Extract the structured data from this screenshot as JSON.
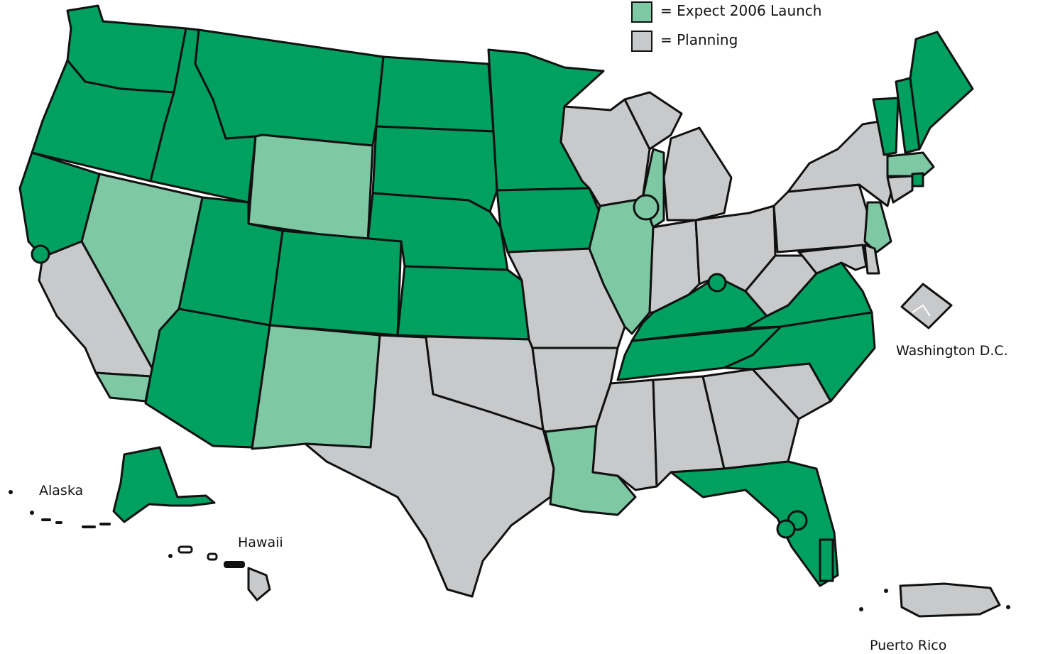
{
  "colors": {
    "launched": "#00a060",
    "expect_2006": "#7ec8a4",
    "planning": "#c8c9cb",
    "outline": "#111111"
  },
  "legend": {
    "items": [
      {
        "status": "expect_2006",
        "label": "= Expect 2006 Launch"
      },
      {
        "status": "planning",
        "label": "= Planning"
      }
    ]
  },
  "labels": {
    "alaska": "Alaska",
    "hawaii": "Hawaii",
    "washington_dc": "Washington D.C.",
    "puerto_rico": "Puerto Rico"
  },
  "regions": [
    {
      "id": "washington",
      "status": "launched"
    },
    {
      "id": "oregon",
      "status": "launched"
    },
    {
      "id": "idaho",
      "status": "launched"
    },
    {
      "id": "montana",
      "status": "launched"
    },
    {
      "id": "north-dakota",
      "status": "launched"
    },
    {
      "id": "south-dakota",
      "status": "launched"
    },
    {
      "id": "minnesota",
      "status": "launched"
    },
    {
      "id": "nebraska",
      "status": "launched"
    },
    {
      "id": "iowa",
      "status": "launched"
    },
    {
      "id": "kansas",
      "status": "launched"
    },
    {
      "id": "colorado",
      "status": "launched"
    },
    {
      "id": "utah",
      "status": "launched"
    },
    {
      "id": "arizona",
      "status": "launched"
    },
    {
      "id": "northern-california",
      "status": "launched"
    },
    {
      "id": "kentucky",
      "status": "launched"
    },
    {
      "id": "tennessee",
      "status": "launched"
    },
    {
      "id": "virginia",
      "status": "launched"
    },
    {
      "id": "north-carolina",
      "status": "launched"
    },
    {
      "id": "florida",
      "status": "launched"
    },
    {
      "id": "maine",
      "status": "launched"
    },
    {
      "id": "new-hampshire",
      "status": "launched"
    },
    {
      "id": "vermont",
      "status": "launched"
    },
    {
      "id": "rhode-island",
      "status": "launched"
    },
    {
      "id": "alaska",
      "status": "launched"
    },
    {
      "id": "nevada",
      "status": "expect_2006"
    },
    {
      "id": "wyoming",
      "status": "expect_2006"
    },
    {
      "id": "new-mexico",
      "status": "expect_2006"
    },
    {
      "id": "illinois",
      "status": "expect_2006"
    },
    {
      "id": "louisiana",
      "status": "expect_2006"
    },
    {
      "id": "new-jersey",
      "status": "expect_2006"
    },
    {
      "id": "massachusetts",
      "status": "expect_2006"
    },
    {
      "id": "southern-california-strip",
      "status": "expect_2006"
    },
    {
      "id": "chicago-area",
      "status": "expect_2006"
    },
    {
      "id": "central-california",
      "status": "planning"
    },
    {
      "id": "texas",
      "status": "planning"
    },
    {
      "id": "oklahoma",
      "status": "planning"
    },
    {
      "id": "missouri",
      "status": "planning"
    },
    {
      "id": "arkansas",
      "status": "planning"
    },
    {
      "id": "mississippi",
      "status": "planning"
    },
    {
      "id": "alabama",
      "status": "planning"
    },
    {
      "id": "georgia",
      "status": "planning"
    },
    {
      "id": "south-carolina",
      "status": "planning"
    },
    {
      "id": "wisconsin",
      "status": "planning"
    },
    {
      "id": "michigan",
      "status": "planning"
    },
    {
      "id": "michigan-upper",
      "status": "planning"
    },
    {
      "id": "indiana",
      "status": "planning"
    },
    {
      "id": "ohio",
      "status": "planning"
    },
    {
      "id": "west-virginia",
      "status": "planning"
    },
    {
      "id": "pennsylvania",
      "status": "planning"
    },
    {
      "id": "new-york",
      "status": "planning"
    },
    {
      "id": "maryland",
      "status": "planning"
    },
    {
      "id": "delaware",
      "status": "planning"
    },
    {
      "id": "connecticut",
      "status": "planning"
    },
    {
      "id": "hawaii",
      "status": "planning"
    },
    {
      "id": "puerto-rico",
      "status": "planning"
    },
    {
      "id": "washington-dc",
      "status": "planning"
    }
  ]
}
